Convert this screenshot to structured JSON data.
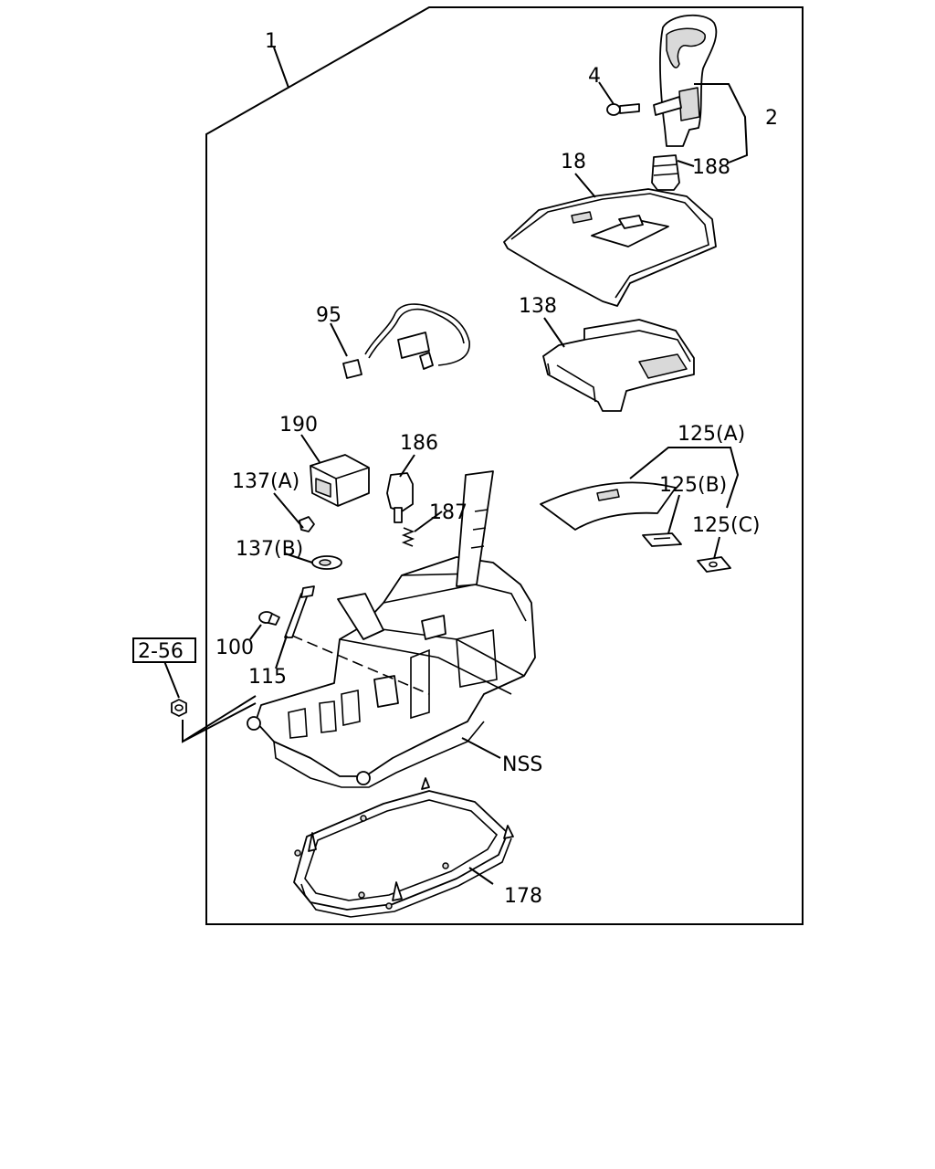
{
  "callouts": {
    "assembly": "1",
    "knob": "2",
    "screw_4": "4",
    "cover_18": "18",
    "knob_part_188": "188",
    "harness_95": "95",
    "indicator_138": "138",
    "block_190": "190",
    "switch_186": "186",
    "spring_187": "187",
    "clip_137a": "137(A)",
    "clip_137b": "137(B)",
    "plate_125a": "125(A)",
    "plate_125b": "125(B)",
    "plate_125c": "125(C)",
    "screw_100": "100",
    "rod_115": "115",
    "ref_box": "2-56",
    "nss": "NSS",
    "gasket_178": "178"
  }
}
